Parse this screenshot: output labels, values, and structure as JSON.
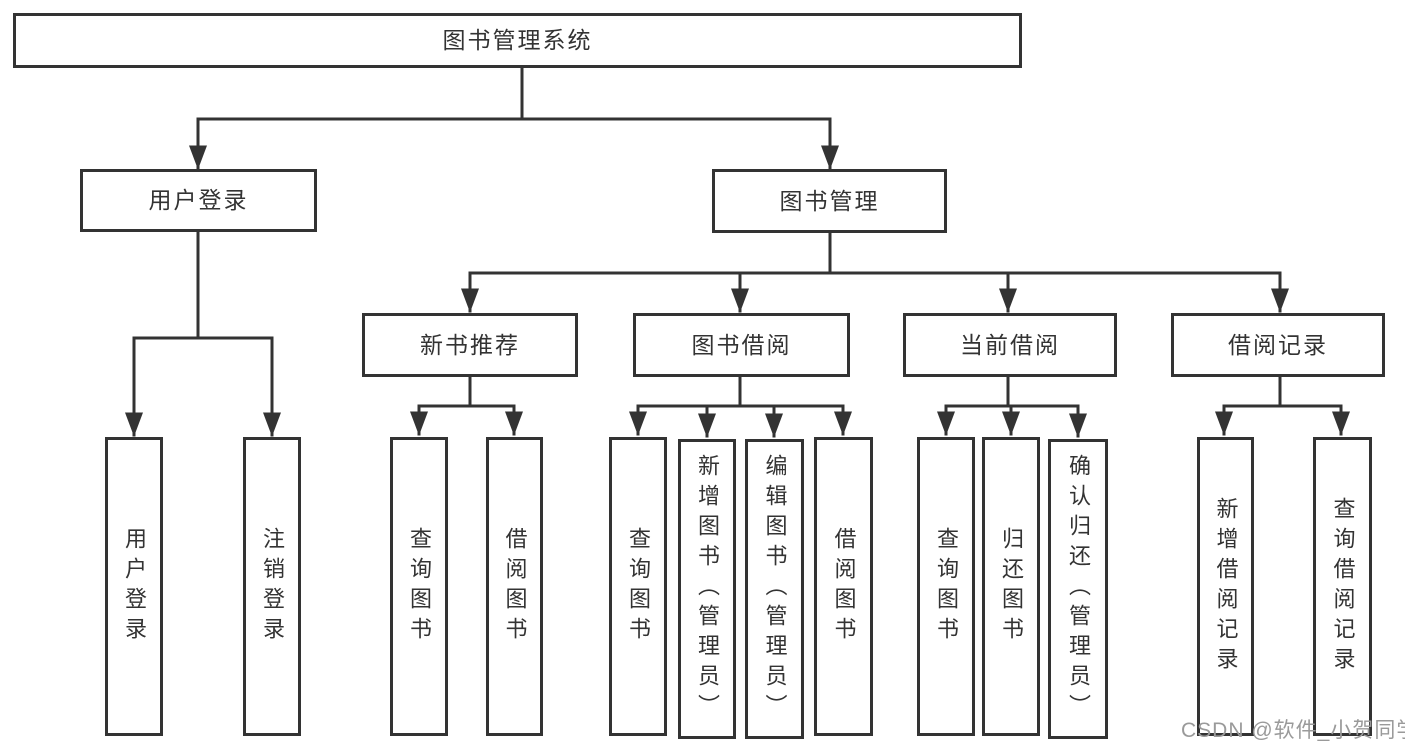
{
  "diagram": {
    "root": "图书管理系统",
    "level1": {
      "user_login": "用户登录",
      "book_mgmt": "图书管理"
    },
    "level2": {
      "new_book_rec": "新书推荐",
      "book_borrow": "图书借阅",
      "current_borrow": "当前借阅",
      "borrow_records": "借阅记录"
    },
    "leaves": {
      "user_login": [
        "用户登录",
        "注销登录"
      ],
      "new_book_rec": [
        "查询图书",
        "借阅图书"
      ],
      "book_borrow": [
        "查询图书",
        "新增图书（管理员）",
        "编辑图书（管理员）",
        "借阅图书"
      ],
      "current_borrow": [
        "查询图书",
        "归还图书",
        "确认归还（管理员）"
      ],
      "borrow_records": [
        "新增借阅记录",
        "查询借阅记录"
      ]
    }
  },
  "watermark": "CSDN @软件_小贺同学",
  "colors": {
    "background": "#ffffff",
    "line": "#333333",
    "box_border": "#333333",
    "text": "#333333",
    "watermark_text": "#9a9a9a"
  }
}
